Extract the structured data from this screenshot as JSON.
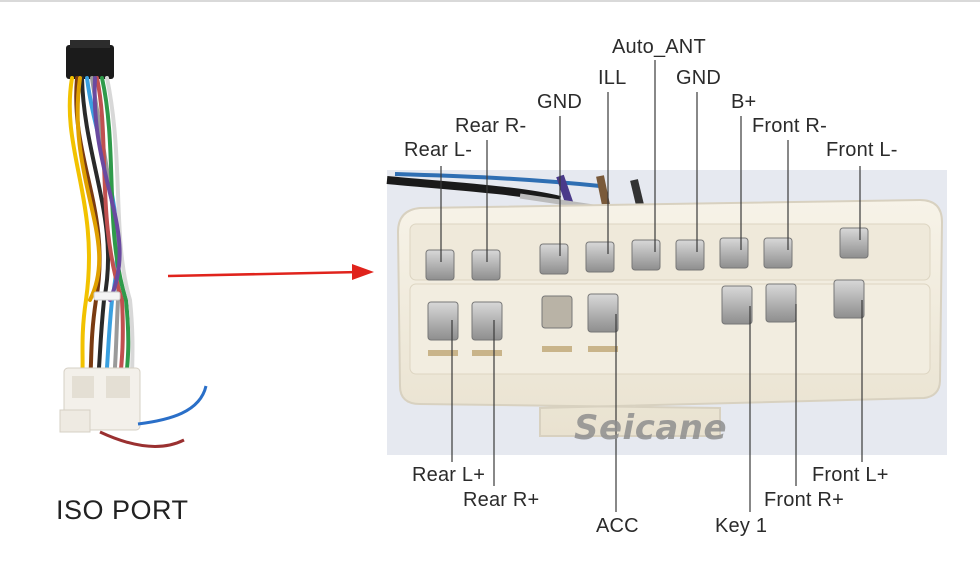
{
  "caption": "ISO PORT",
  "watermark": "Seicane",
  "colors": {
    "arrow": "#e0231c",
    "leader_line": "#3a3a3a",
    "connector_body": "#f1ecdf",
    "photo_background": "#e6e9f0"
  },
  "labels": {
    "auto_ant": "Auto_ANT",
    "ill": "ILL",
    "gnd_center": "GND",
    "gnd_left": "GND",
    "b_plus": "B+",
    "rear_r_minus": "Rear R-",
    "front_r_minus": "Front R-",
    "rear_l_minus": "Rear L-",
    "front_l_minus": "Front L-",
    "rear_l_plus": "Rear L+",
    "rear_r_plus": "Rear R+",
    "acc": "ACC",
    "key_1": "Key 1",
    "front_r_plus": "Front R+",
    "front_l_plus": "Front L+"
  }
}
